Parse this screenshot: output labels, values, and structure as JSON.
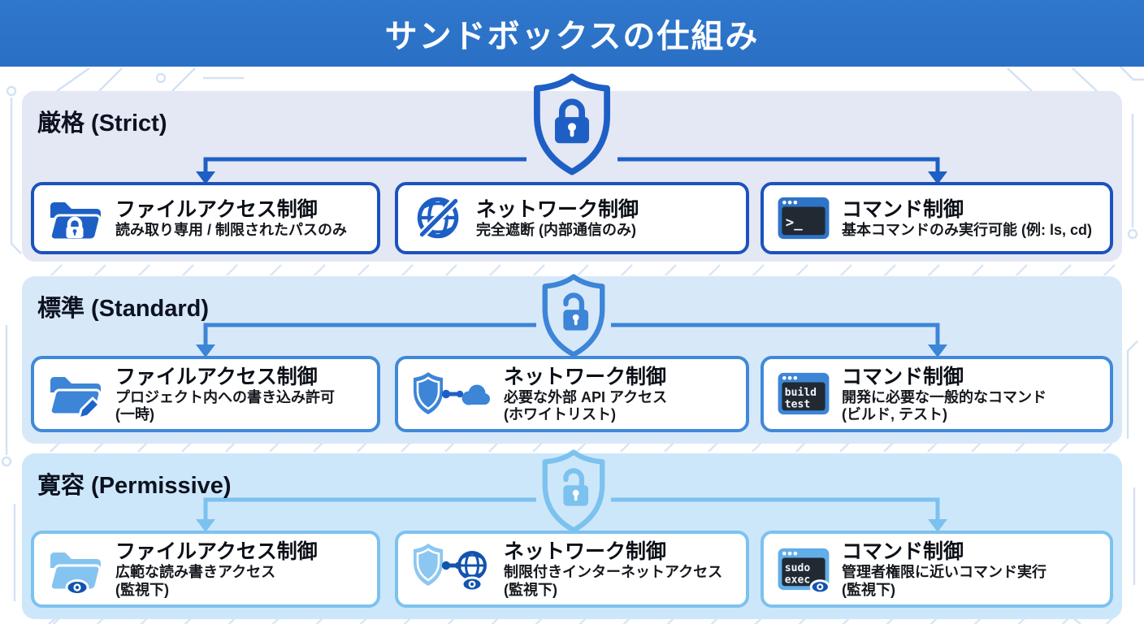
{
  "header": {
    "title": "サンドボックスの仕組み"
  },
  "colors": {
    "header_bg": "#2d74c9",
    "strict_accent": "#1e5fc5",
    "strict_panel": "#e4e7f4",
    "standard_accent": "#3c85d7",
    "standard_panel": "#d7e8f9",
    "permissive_accent": "#7cc2ef",
    "permissive_panel": "#cde7fa",
    "card_bg": "#ffffff",
    "text": "#0b0f17"
  },
  "tiers": [
    {
      "label": "厳格 (Strict)",
      "lock_state": "locked",
      "shield_icon": "shield-lock-icon",
      "cards": [
        {
          "icon": "folder-lock-icon",
          "title": "ファイルアクセス制御",
          "lines": [
            "読み取り専用 / 制限されたパスのみ"
          ]
        },
        {
          "icon": "globe-blocked-icon",
          "title": "ネットワーク制御",
          "lines": [
            "完全遮断 (内部通信のみ)"
          ]
        },
        {
          "icon": "terminal-prompt-icon",
          "title": "コマンド制御",
          "lines": [
            "基本コマンドのみ実行可能 (例: ls, cd)"
          ],
          "terminal": [
            ">_"
          ]
        }
      ]
    },
    {
      "label": "標準 (Standard)",
      "lock_state": "unlocked",
      "shield_icon": "shield-unlock-icon",
      "cards": [
        {
          "icon": "folder-edit-icon",
          "title": "ファイルアクセス制御",
          "lines": [
            "プロジェクト内への書き込み許可",
            "(一時)"
          ]
        },
        {
          "icon": "shield-cloud-icon",
          "title": "ネットワーク制御",
          "lines": [
            "必要な外部 API アクセス",
            "(ホワイトリスト)"
          ]
        },
        {
          "icon": "terminal-build-icon",
          "title": "コマンド制御",
          "lines": [
            "開発に必要な一般的なコマンド",
            "(ビルド, テスト)"
          ],
          "terminal": [
            "build",
            "test"
          ]
        }
      ]
    },
    {
      "label": "寛容 (Permissive)",
      "lock_state": "unlocked",
      "shield_icon": "shield-unlock-icon",
      "cards": [
        {
          "icon": "folder-eye-icon",
          "title": "ファイルアクセス制御",
          "lines": [
            "広範な読み書きアクセス",
            "(監視下)"
          ]
        },
        {
          "icon": "shield-globe-eye-icon",
          "title": "ネットワーク制御",
          "lines": [
            "制限付きインターネットアクセス",
            "(監視下)"
          ]
        },
        {
          "icon": "terminal-sudo-eye-icon",
          "title": "コマンド制御",
          "lines": [
            "管理者権限に近いコマンド実行",
            "(監視下)"
          ],
          "terminal": [
            "sudo",
            "exec"
          ]
        }
      ]
    }
  ]
}
